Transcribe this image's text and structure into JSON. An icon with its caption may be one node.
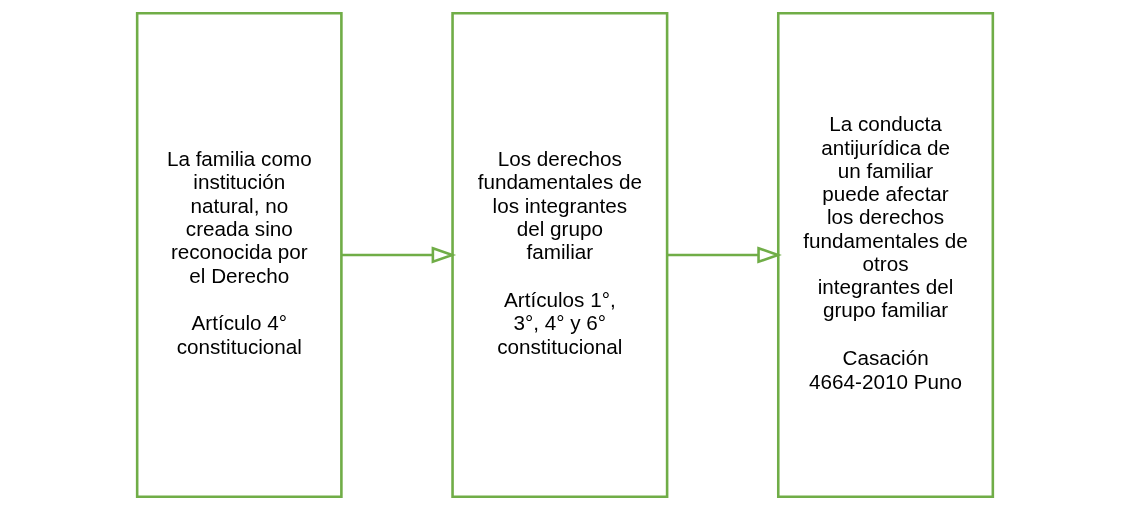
{
  "diagram": {
    "nodes": [
      {
        "text": [
          "La familia como institución natural, no creada sino reconocida por el Derecho",
          "Artículo 4° constitucional"
        ]
      },
      {
        "text": [
          "Los derechos fundamentales de los integrantes del grupo familiar",
          "Artículos 1°, 3°, 4° y 6° constitucional"
        ]
      },
      {
        "text": [
          "La conducta antijurídica de un familiar puede afectar los derechos fundamentales de otros integrantes del grupo familiar",
          "Casación 4664-2010 Puno"
        ]
      }
    ],
    "edges": [
      {
        "from": 0,
        "to": 1,
        "arrow": "to"
      },
      {
        "from": 1,
        "to": 2,
        "arrow": "to"
      }
    ]
  }
}
